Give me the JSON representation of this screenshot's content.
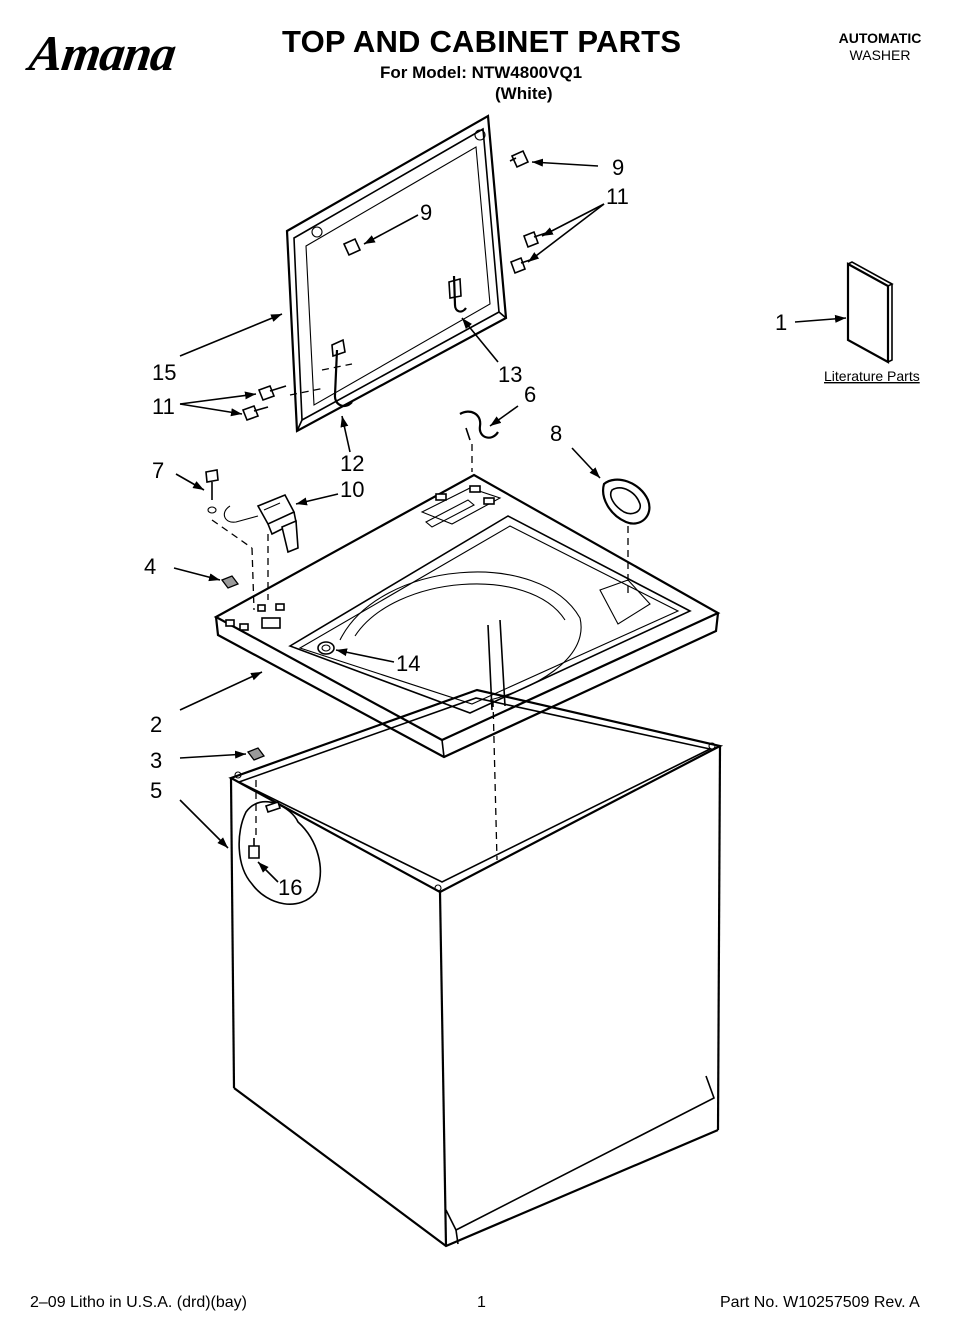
{
  "header": {
    "brand": "Amana",
    "title": "TOP AND CABINET PARTS",
    "model_line": "For Model: NTW4800VQ1",
    "color_line": "(White)",
    "product_line1": "AUTOMATIC",
    "product_line2": "WASHER"
  },
  "callouts": {
    "c9a": "9",
    "c9b": "9",
    "c11a": "11",
    "c11b": "11",
    "c1": "1",
    "c15": "15",
    "c13": "13",
    "c6": "6",
    "c8": "8",
    "c12": "12",
    "c7": "7",
    "c10": "10",
    "c4": "4",
    "c14": "14",
    "c2": "2",
    "c3": "3",
    "c5": "5",
    "c16": "16"
  },
  "literature_label": "Literature Parts",
  "footer": {
    "left": "2–09 Litho in U.S.A. (drd)(bay)",
    "center": "1",
    "right": "Part No. W10257509 Rev. A"
  }
}
